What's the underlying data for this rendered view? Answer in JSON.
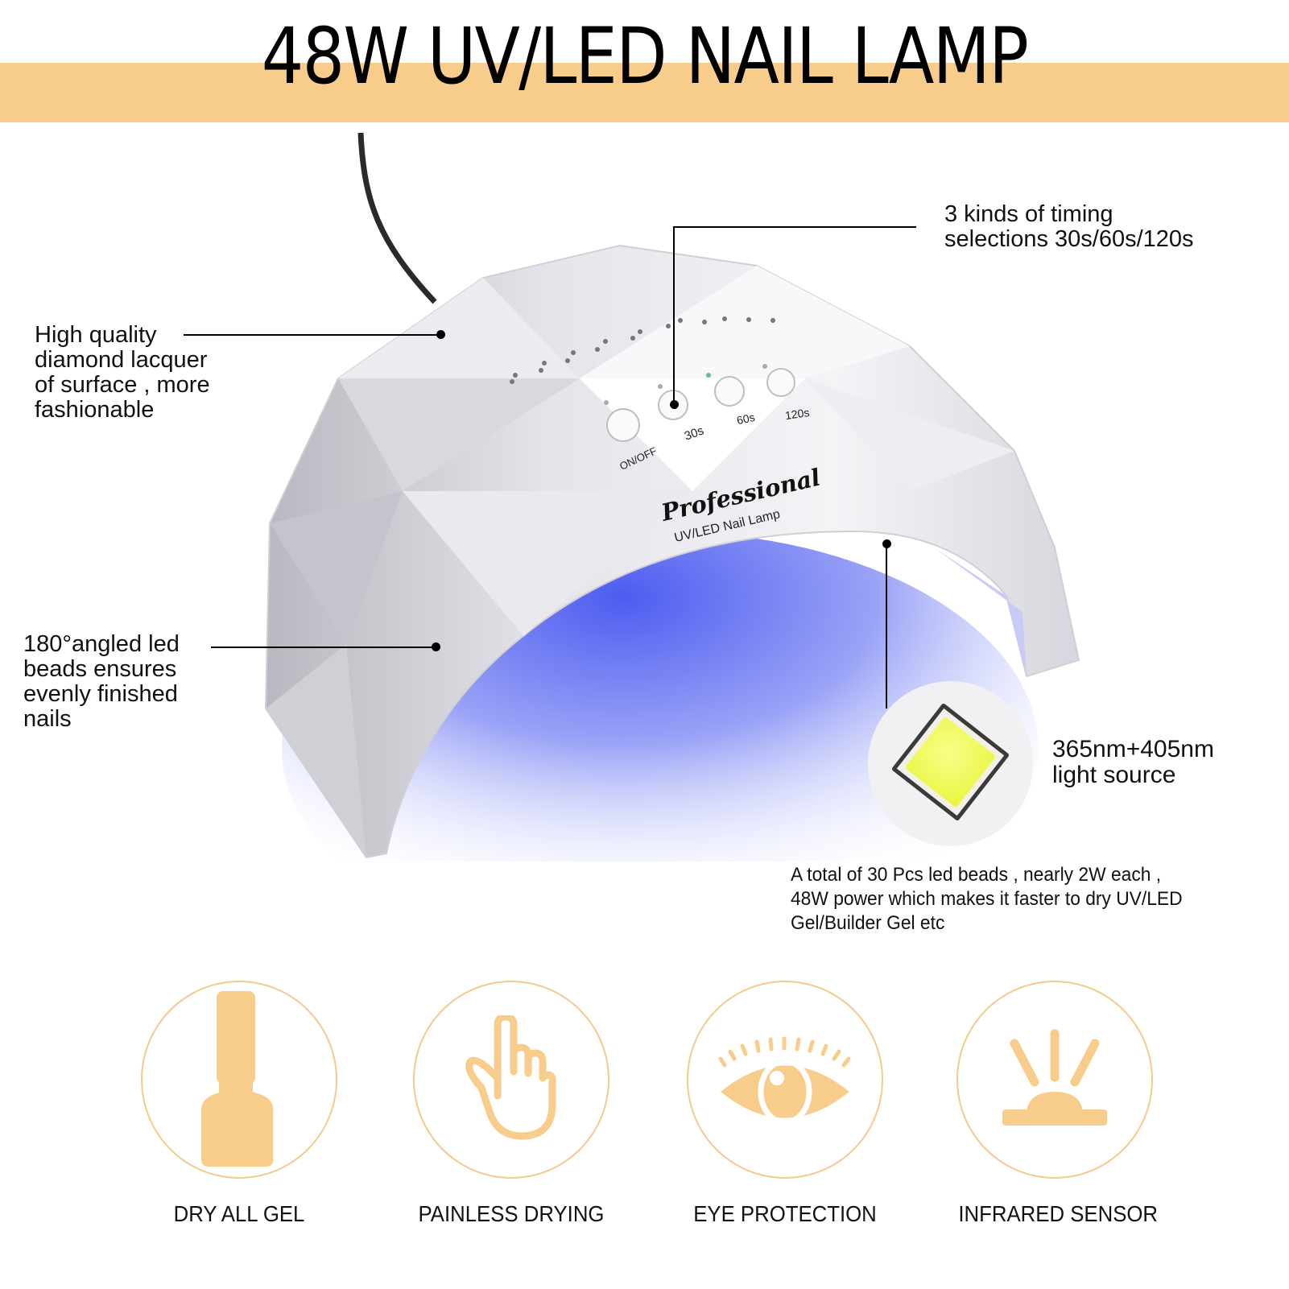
{
  "header": {
    "title": "48W UV/LED NAIL LAMP",
    "banner_color": "#f8cd8c"
  },
  "product": {
    "brand_script": "Professional",
    "brand_sub": "UV/LED Nail Lamp",
    "buttons": [
      {
        "label": "ON/OFF"
      },
      {
        "label": "30s"
      },
      {
        "label": "60s"
      },
      {
        "label": "120s"
      }
    ],
    "glow_color": "#5a67f0"
  },
  "callouts": {
    "surface": "High quality diamond lacquer of surface , more fashionable",
    "surface_lines": [
      "High quality",
      "diamond lacquer",
      "of surface , more",
      "fashionable"
    ],
    "timing_lines": [
      "3 kinds of timing",
      "selections 30s/60s/120s"
    ],
    "angle_lines": [
      "180°angled led",
      "beads ensures",
      "evenly finished",
      "nails"
    ],
    "light_lines": [
      "365nm+405nm",
      "light source"
    ],
    "beads_lines": [
      "A total of 30 Pcs led beads , nearly 2W each ,",
      "48W power which makes it faster to dry UV/LED",
      "Gel/Builder Gel etc"
    ]
  },
  "features": [
    {
      "icon": "nail-polish-bottle-icon",
      "label": "DRY ALL GEL"
    },
    {
      "icon": "pointing-hand-icon",
      "label": "PAINLESS DRYING"
    },
    {
      "icon": "eye-icon",
      "label": "EYE PROTECTION"
    },
    {
      "icon": "sunrise-sensor-icon",
      "label": "INFRARED SENSOR"
    }
  ],
  "accent_color": "#f8cd8c"
}
